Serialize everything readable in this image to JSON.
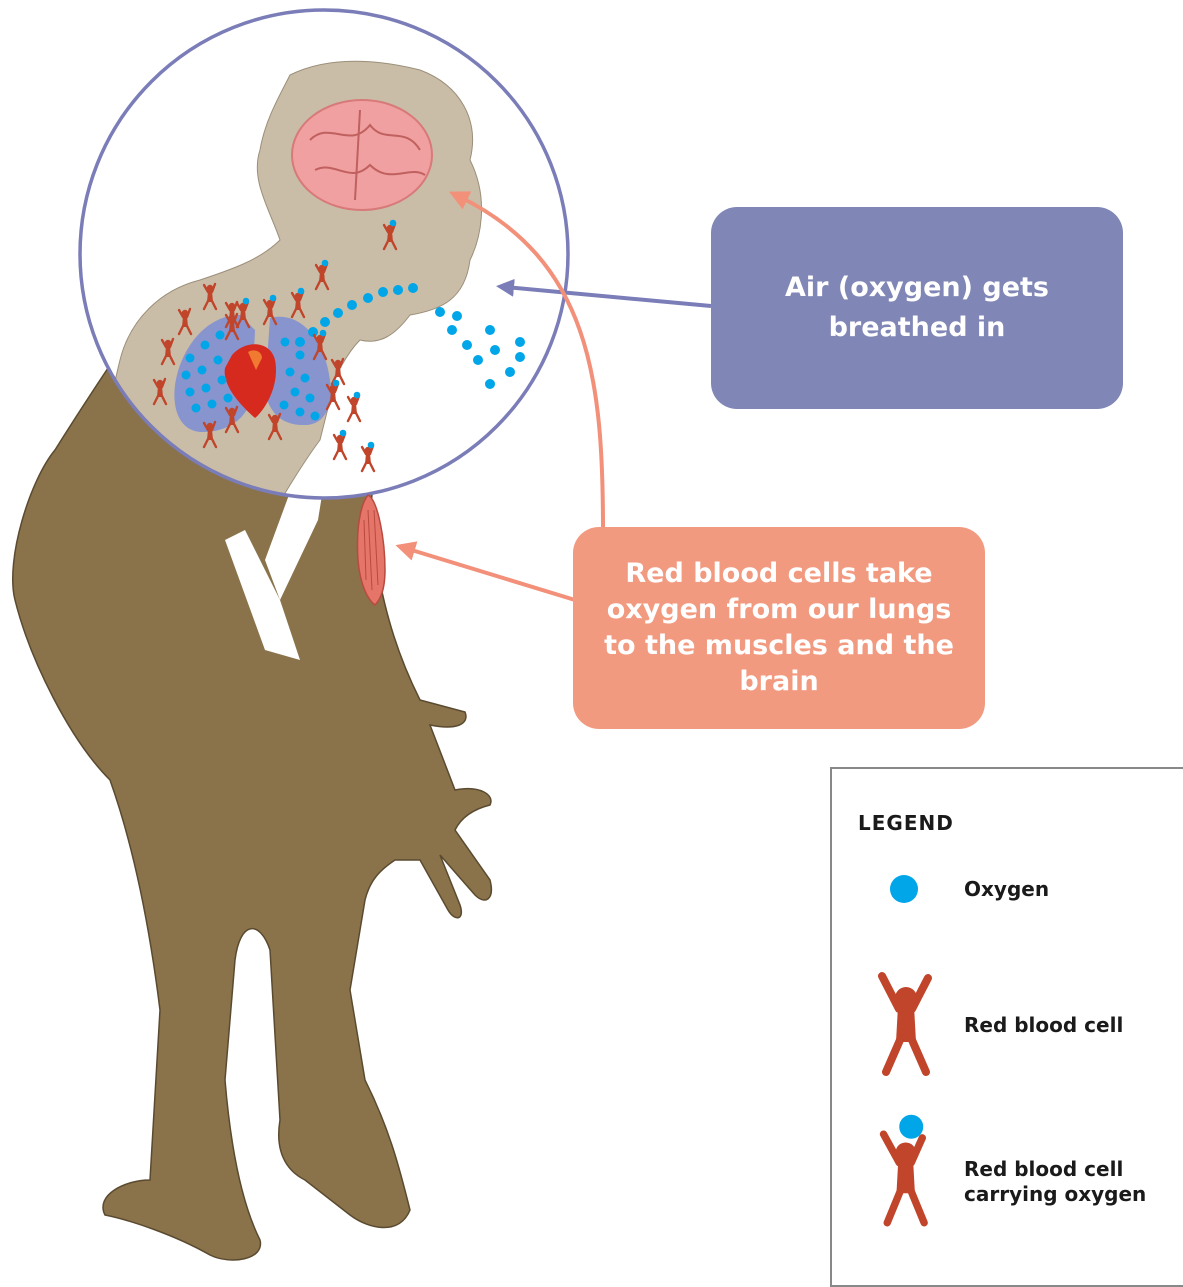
{
  "callouts": {
    "air": "Air (oxygen) gets breathed in",
    "red_blood_cells": "Red blood cells take oxygen from our lungs to the muscles and the brain"
  },
  "legend": {
    "title": "LEGEND",
    "items": [
      {
        "label": "Oxygen",
        "icon": "oxygen-dot"
      },
      {
        "label": "Red blood cell",
        "icon": "red-blood-cell"
      },
      {
        "label": "Red blood cell carrying oxygen",
        "icon": "red-blood-cell-with-oxygen"
      }
    ]
  },
  "colors": {
    "oxygen": "#00a6e8",
    "red_blood_cell": "#c0452a",
    "body": "#8a734a",
    "magnified_region": "#c9bda8",
    "lungs": "#7f8fd0",
    "heart": "#d62a1e",
    "circle_outline": "#7b7db8",
    "air_callout": "#8086b5",
    "blood_callout": "#f29a80",
    "arrow_air": "#7b7db8",
    "arrow_blood": "#f2907a"
  }
}
